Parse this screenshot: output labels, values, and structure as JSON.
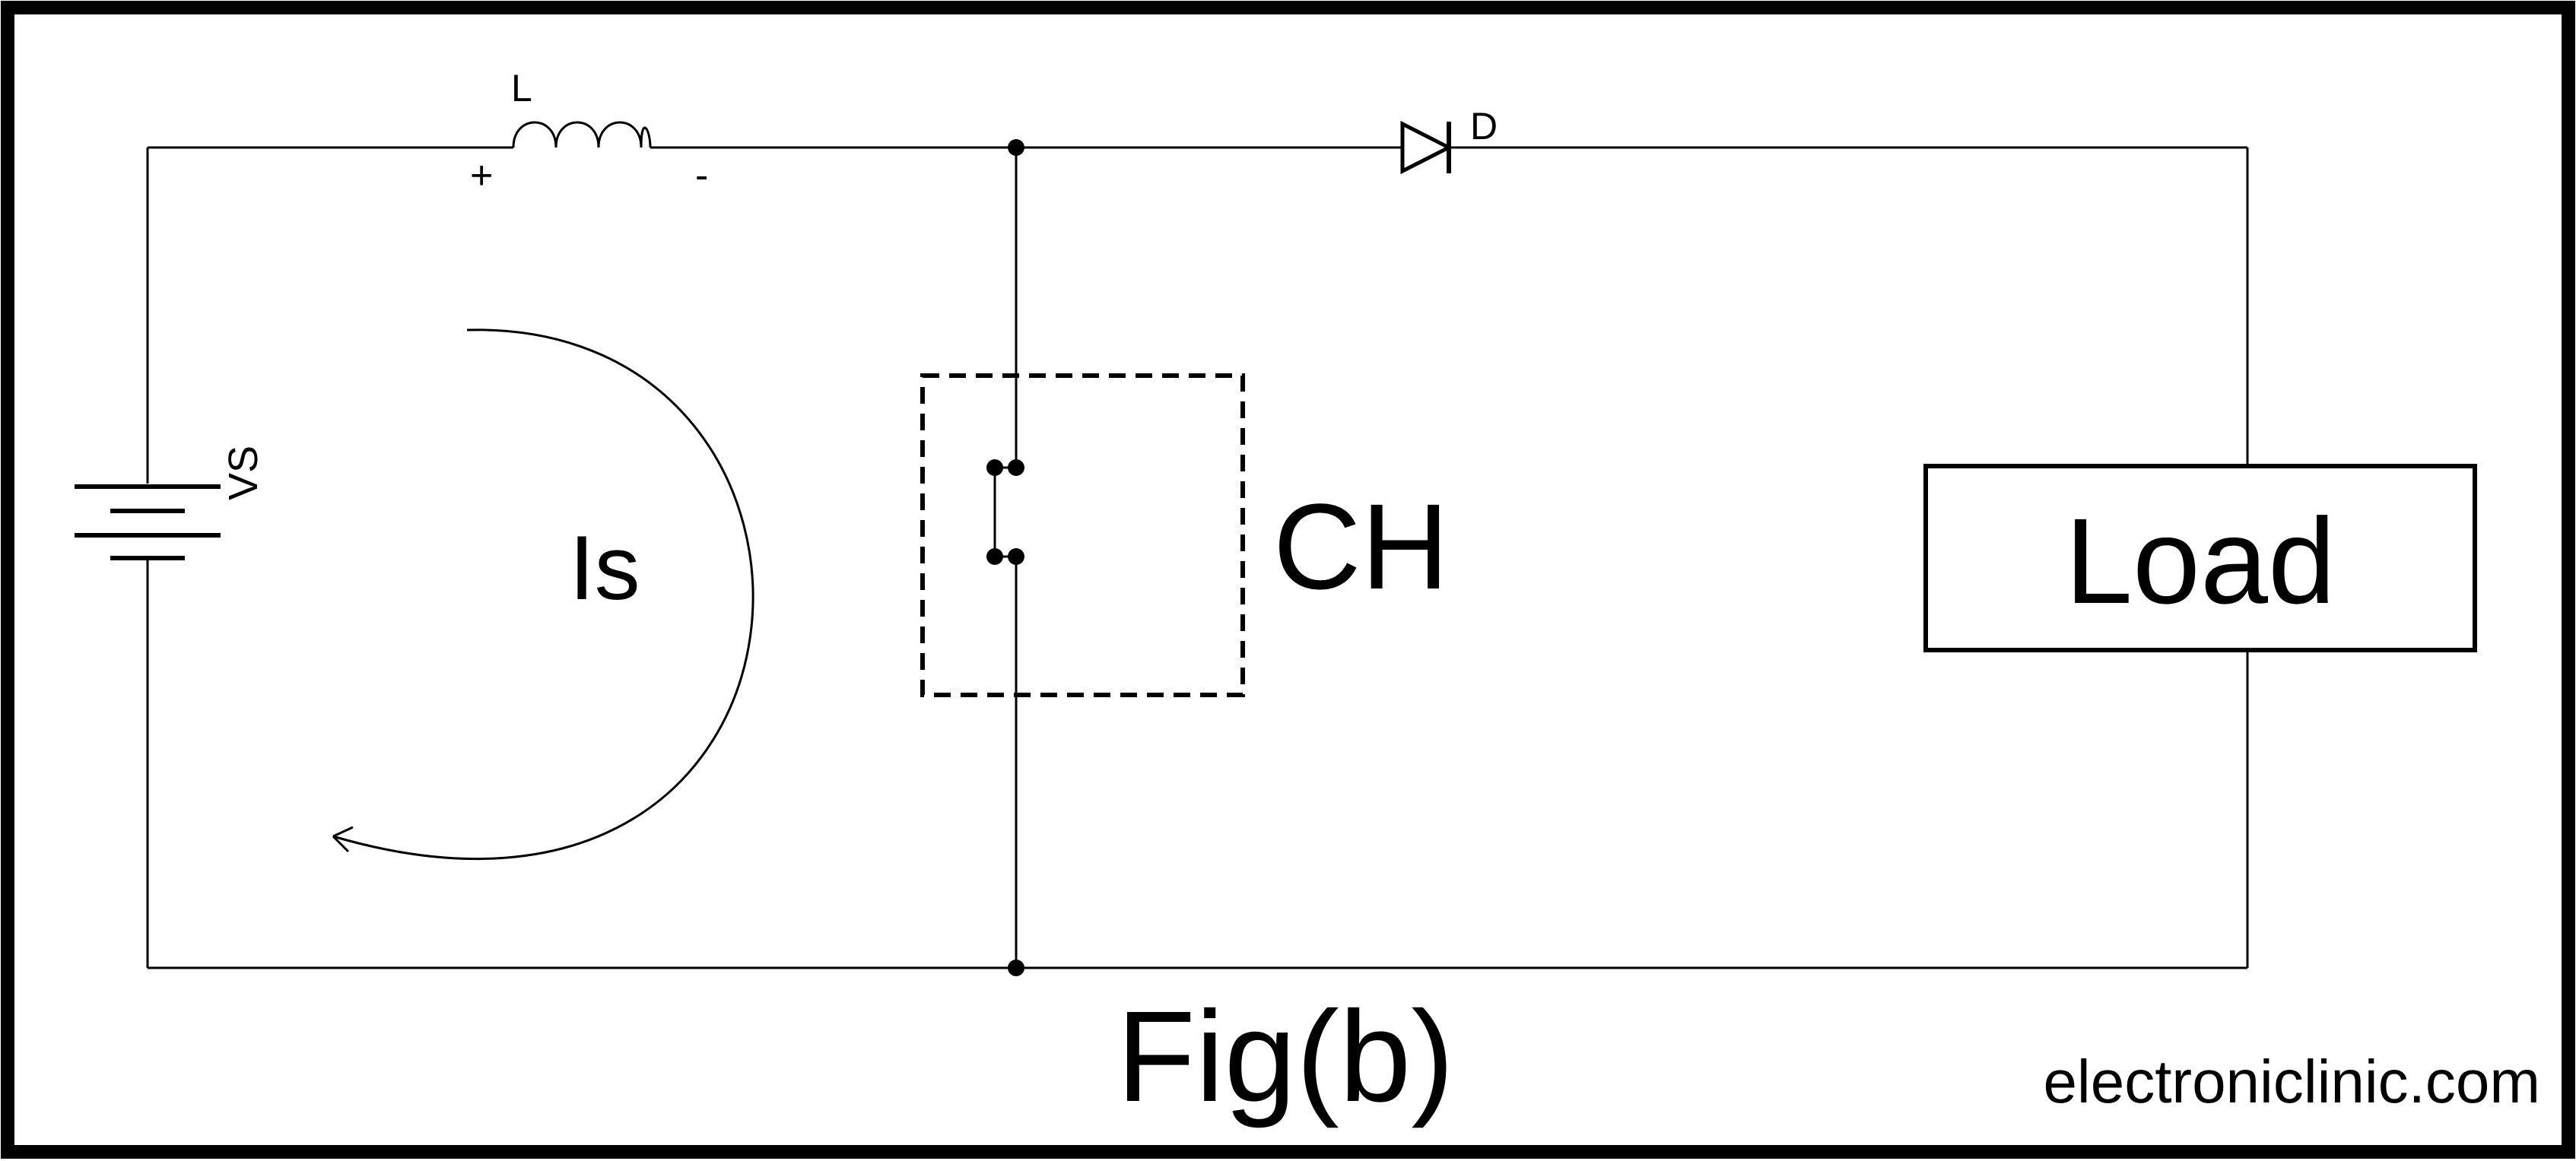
{
  "labels": {
    "inductor": "L",
    "inductor_plus": "+",
    "inductor_minus": "-",
    "diode": "D",
    "source": "VS",
    "current": "Is",
    "chopper": "CH",
    "load": "Load",
    "figure_caption": "Fig(b)",
    "watermark": "electroniclinic.com"
  }
}
